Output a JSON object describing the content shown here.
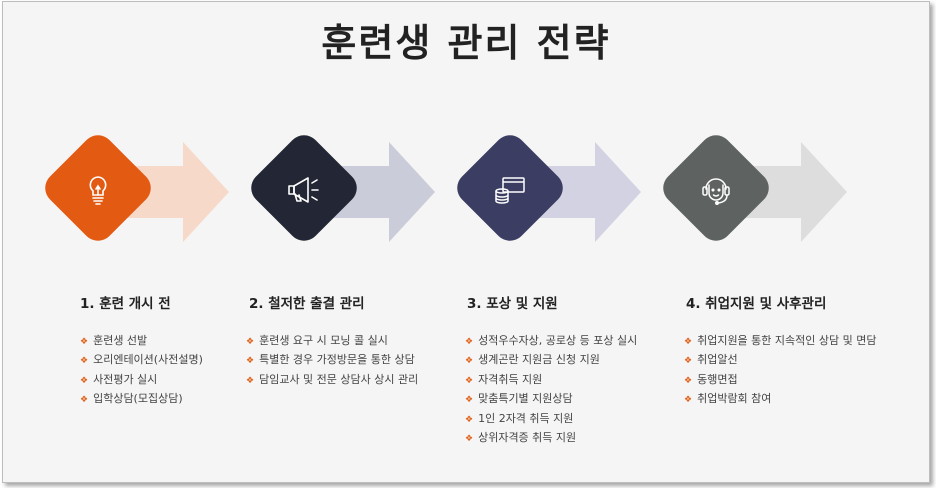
{
  "title": "훈련생 관리 전략",
  "colors": {
    "step1": "#e35a12",
    "step2": "#232634",
    "step3": "#3b3d63",
    "step4": "#5e6361",
    "arrow1": "#f6d9c8",
    "arrow2": "#cbccd9",
    "arrow3": "#d2d2e2",
    "arrow4": "#dcdddc",
    "bullet": "#e0621a"
  },
  "steps": [
    {
      "icon": "lightbulb-icon",
      "heading": "1. 훈련 개시 전",
      "items": [
        "훈련생 선발",
        "오리엔테이션(사전설명)",
        "사전평가 실시",
        "입학상담(모집상담)"
      ]
    },
    {
      "icon": "megaphone-icon",
      "heading": "2. 철저한 출결 관리",
      "items": [
        "훈련생 요구 시 모닝 콜 실시",
        "특별한 경우 가정방문을 통한 상담",
        "담임교사 및 전문 상담사 상시 관리"
      ]
    },
    {
      "icon": "money-icon",
      "heading": "3. 포상 및 지원",
      "items": [
        "성적우수자상, 공로상 등 포상 실시",
        "생계곤란 지원금 신청 지원",
        "자격취득 지원",
        "맞춤특기별 지원상담",
        "1인 2자격 취득 지원",
        "상위자격증 취득 지원"
      ]
    },
    {
      "icon": "headset-icon",
      "heading": "4. 취업지원 및 사후관리",
      "items": [
        "취업지원을 통한 지속적인 상담 및 면담",
        "취업알선",
        "동행면접",
        "취업박람회 참여"
      ]
    }
  ]
}
